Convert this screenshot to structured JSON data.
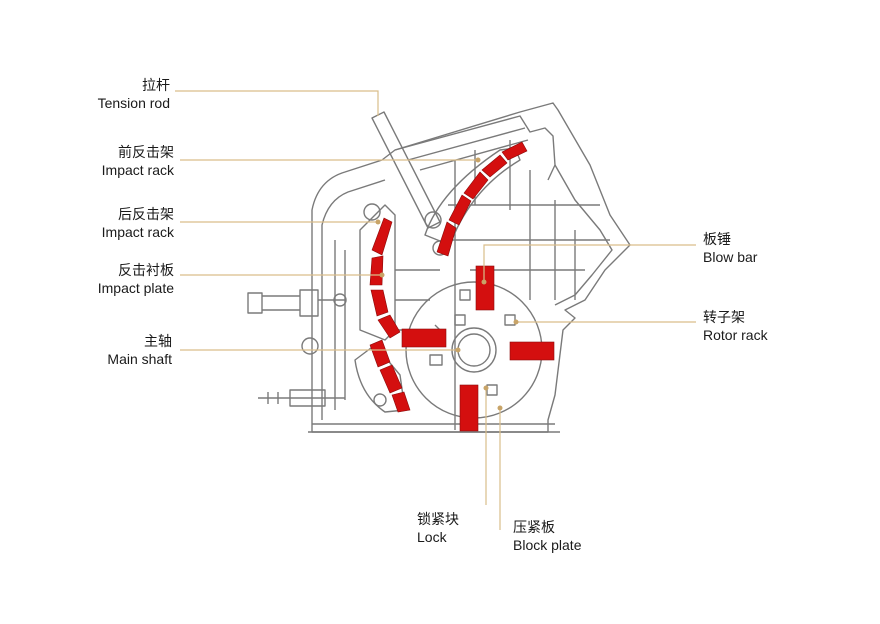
{
  "colors": {
    "outline": "#7a7a7a",
    "leader": "#d9bd8a",
    "dot": "#c8a468",
    "wear": "#d40f0f",
    "text": "#1a1a1a"
  },
  "labels": {
    "tension_rod": {
      "zh": "拉杆",
      "en": "Tension rod"
    },
    "front_rack": {
      "zh": "前反击架",
      "en": "Impact rack"
    },
    "rear_rack": {
      "zh": "后反击架",
      "en": "Impact rack"
    },
    "impact_plate": {
      "zh": "反击衬板",
      "en": "Impact plate"
    },
    "main_shaft": {
      "zh": "主轴",
      "en": "Main shaft"
    },
    "blow_bar": {
      "zh": "板锤",
      "en": "Blow bar"
    },
    "rotor_rack": {
      "zh": "转子架",
      "en": "Rotor rack"
    },
    "lock": {
      "zh": "锁紧块",
      "en": "Lock"
    },
    "block_plate": {
      "zh": "压紧板",
      "en": "Block plate"
    }
  }
}
